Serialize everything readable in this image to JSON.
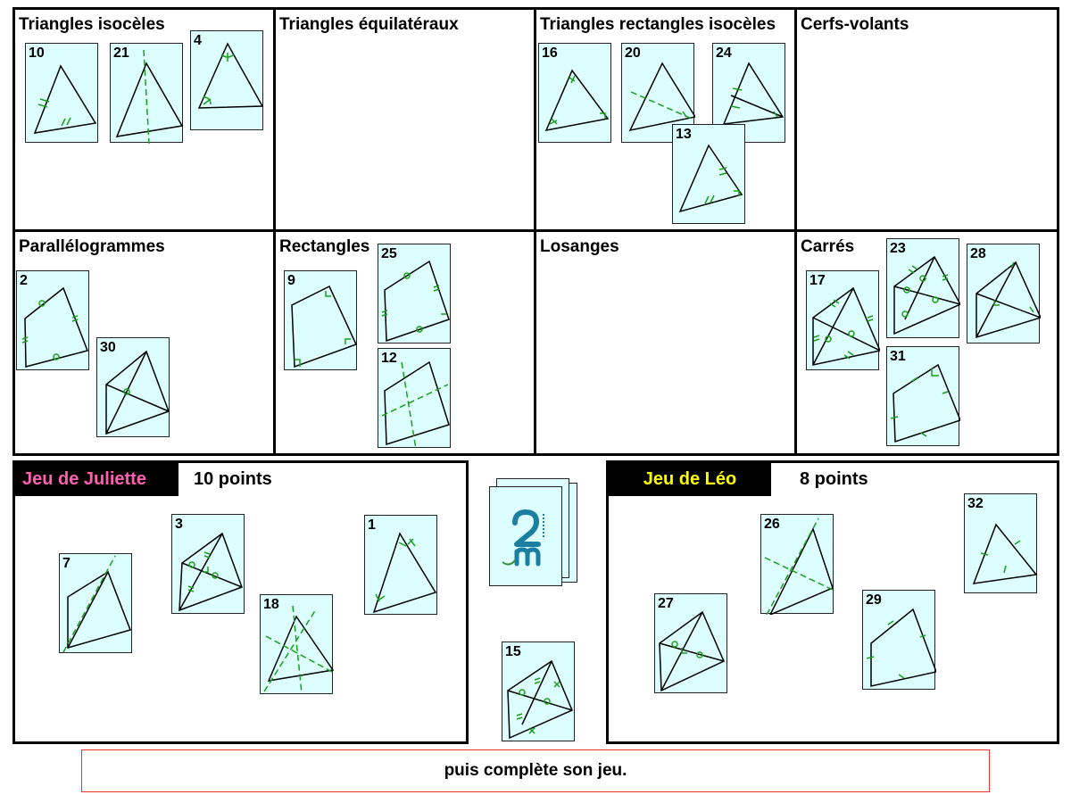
{
  "categories": [
    {
      "title": "Triangles isocèles",
      "cards": [
        10,
        21,
        4
      ]
    },
    {
      "title": "Triangles équilatéraux",
      "cards": []
    },
    {
      "title": "Triangles rectangles isocèles",
      "cards": [
        16,
        20,
        24,
        13
      ]
    },
    {
      "title": "Cerfs-volants",
      "cards": []
    },
    {
      "title": "Parallélogrammes",
      "cards": [
        2,
        30
      ]
    },
    {
      "title": "Rectangles",
      "cards": [
        9,
        25,
        12
      ]
    },
    {
      "title": "Losanges",
      "cards": []
    },
    {
      "title": "Carrés",
      "cards": [
        17,
        23,
        28,
        31
      ]
    }
  ],
  "players": {
    "juliette": {
      "label": "Jeu de Juliette",
      "points": "10 points",
      "color": "#ff5fb0",
      "cards": [
        7,
        3,
        18,
        1
      ]
    },
    "leo": {
      "label": "Jeu de Léo",
      "points": "8 points",
      "color": "#ffff00",
      "cards": [
        27,
        26,
        29,
        32
      ]
    }
  },
  "deck": {
    "discard_card": 15,
    "logo_text": "2M"
  },
  "instruction": "puis complète son jeu.",
  "colors": {
    "card_fill": "#dcfefe",
    "mark_green": "#18a018"
  }
}
